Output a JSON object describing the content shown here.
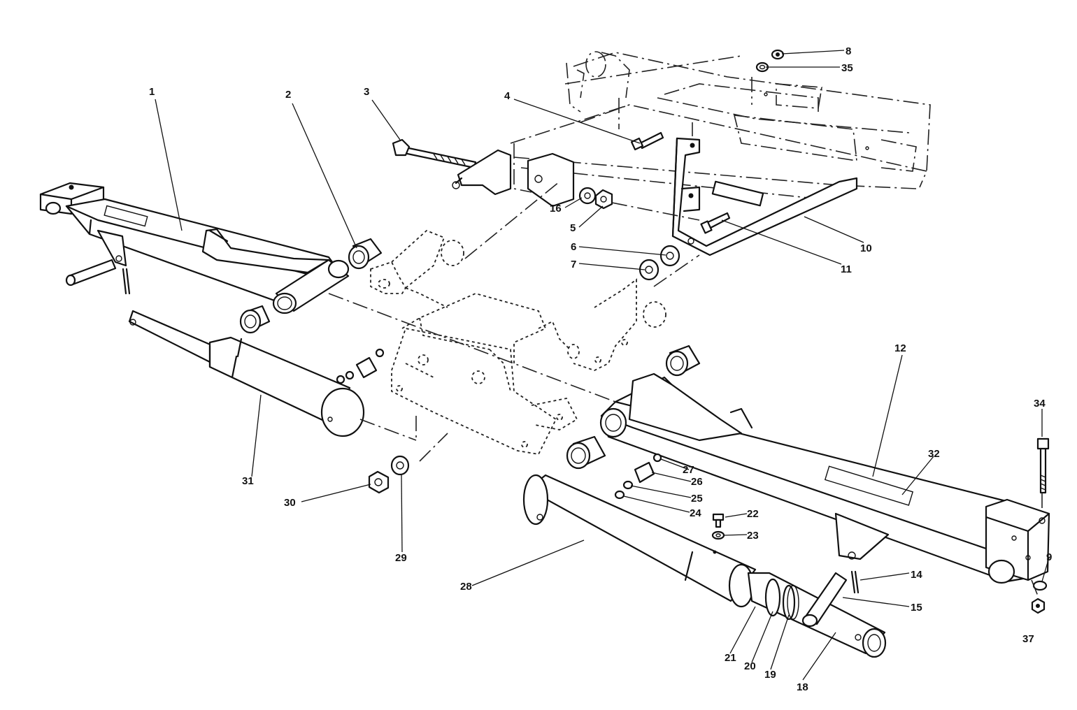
{
  "callouts": [
    {
      "id": "1"
    },
    {
      "id": "2"
    },
    {
      "id": "3"
    },
    {
      "id": "4"
    },
    {
      "id": "5"
    },
    {
      "id": "6"
    },
    {
      "id": "7"
    },
    {
      "id": "8"
    },
    {
      "id": "9"
    },
    {
      "id": "10"
    },
    {
      "id": "11"
    },
    {
      "id": "12"
    },
    {
      "id": "14"
    },
    {
      "id": "15"
    },
    {
      "id": "16"
    },
    {
      "id": "18"
    },
    {
      "id": "19"
    },
    {
      "id": "20"
    },
    {
      "id": "21"
    },
    {
      "id": "22"
    },
    {
      "id": "23"
    },
    {
      "id": "24"
    },
    {
      "id": "25"
    },
    {
      "id": "26"
    },
    {
      "id": "27"
    },
    {
      "id": "28"
    },
    {
      "id": "29"
    },
    {
      "id": "30"
    },
    {
      "id": "31"
    },
    {
      "id": "32"
    },
    {
      "id": "34"
    },
    {
      "id": "35"
    },
    {
      "id": "37"
    }
  ]
}
